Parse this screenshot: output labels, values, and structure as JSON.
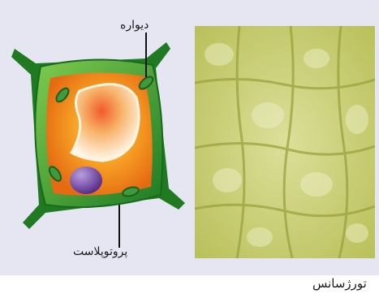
{
  "labels": {
    "wall": "دیواره",
    "protoplast": "پروتوپلاست"
  },
  "caption": "تورژسانس",
  "colors": {
    "background": "#e6e6f3",
    "cell_wall": "#2f8f2a",
    "cytoplasm": "#f08c1e",
    "vacuole": "#fff6e6",
    "nucleus": "#7b4aa6",
    "chloroplast": "#3f9a3c",
    "tissue": "#c9cf6e"
  }
}
